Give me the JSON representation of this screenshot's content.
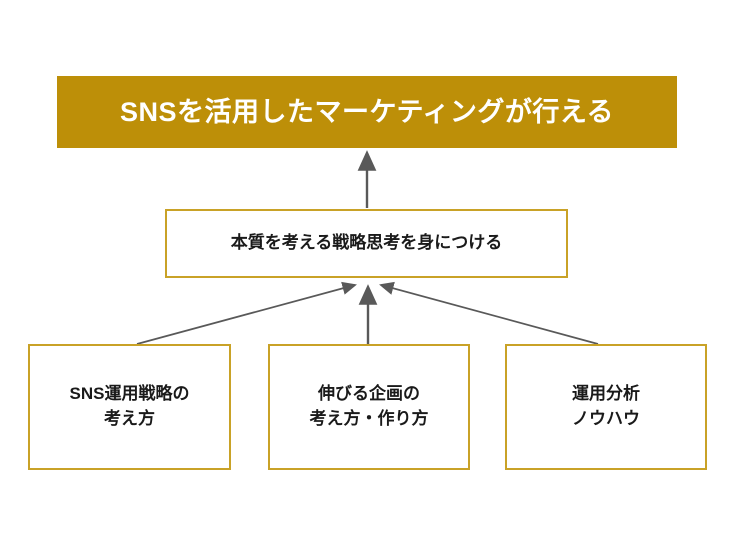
{
  "diagram": {
    "type": "hierarchy-flow",
    "title_node": {
      "id": "goal",
      "label": "SNSを活用したマーケティングが行える",
      "level": "goal",
      "fill": "#bd8f08",
      "text_color": "#ffffff"
    },
    "outcome_node": {
      "id": "outcome",
      "label": "本質を考える戦略思考を身につける",
      "level": "outcome",
      "fill": "#ffffff",
      "border_color": "#c9a227",
      "text_color": "#1a1a1a"
    },
    "foundation_nodes": [
      {
        "id": "foundation-1",
        "label": "SNS運用戦略の\n考え方",
        "level": "foundation",
        "fill": "#ffffff",
        "border_color": "#c9a227",
        "text_color": "#1a1a1a"
      },
      {
        "id": "foundation-2",
        "label": "伸びる企画の\n考え方・作り方",
        "level": "foundation",
        "fill": "#ffffff",
        "border_color": "#c9a227",
        "text_color": "#1a1a1a"
      },
      {
        "id": "foundation-3",
        "label": "運用分析\nノウハウ",
        "level": "foundation",
        "fill": "#ffffff",
        "border_color": "#c9a227",
        "text_color": "#1a1a1a"
      }
    ],
    "connectors": [
      {
        "id": "outcome-to-goal",
        "from": "outcome",
        "to": "goal",
        "style": "solid-arrow",
        "color": "#595959"
      },
      {
        "id": "foundation-1-to-outcome",
        "from": "foundation-1",
        "to": "outcome",
        "style": "solid-arrow",
        "color": "#595959"
      },
      {
        "id": "foundation-2-to-outcome",
        "from": "foundation-2",
        "to": "outcome",
        "style": "solid-arrow",
        "color": "#595959"
      },
      {
        "id": "foundation-3-to-outcome",
        "from": "foundation-3",
        "to": "outcome",
        "style": "solid-arrow",
        "color": "#595959"
      }
    ],
    "palette": {
      "banner_gold": "#bd8f08",
      "box_border_gold": "#c9a227",
      "arrow_gray": "#595959",
      "background": "#ffffff",
      "body_text": "#1a1a1a",
      "banner_text": "#ffffff"
    }
  }
}
